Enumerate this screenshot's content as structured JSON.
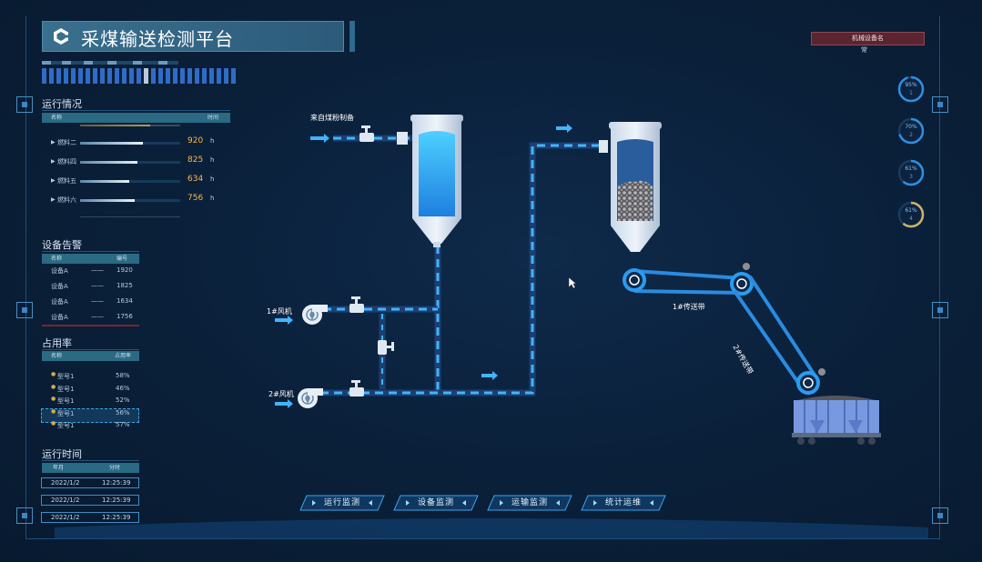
{
  "header": {
    "title": "采煤输送检测平台"
  },
  "device": {
    "label": "机械设备名",
    "status": "常"
  },
  "operation": {
    "title": "运行情况",
    "col_name": "名称",
    "col_unit": "时间",
    "rows": [
      {
        "name": "燃料二",
        "value": "920",
        "unit": "h",
        "fill": 0.9
      },
      {
        "name": "燃料四",
        "value": "825",
        "unit": "h",
        "fill": 0.82
      },
      {
        "name": "燃料五",
        "value": "634",
        "unit": "h",
        "fill": 0.7
      },
      {
        "name": "燃料六",
        "value": "756",
        "unit": "h",
        "fill": 0.78
      }
    ]
  },
  "alarm": {
    "title": "设备告警",
    "col_name": "名称",
    "col_code": "编号",
    "rows": [
      {
        "name": "设备A",
        "dash": "——",
        "code": "1920"
      },
      {
        "name": "设备A",
        "dash": "——",
        "code": "1825"
      },
      {
        "name": "设备A",
        "dash": "——",
        "code": "1634"
      },
      {
        "name": "设备A",
        "dash": "——",
        "code": "1756"
      }
    ]
  },
  "occupancy": {
    "title": "占用率",
    "col_name": "名称",
    "col_rate": "占用率",
    "rows": [
      {
        "name": "型号1",
        "rate": "58%"
      },
      {
        "name": "型号1",
        "rate": "46%"
      },
      {
        "name": "型号1",
        "rate": "52%"
      },
      {
        "name": "型号1",
        "rate": "56%"
      },
      {
        "name": "型号1",
        "rate": "57%"
      }
    ]
  },
  "runtime": {
    "title": "运行时间",
    "col_date": "年月",
    "col_time": "分时",
    "rows": [
      {
        "date": "2022/1/2",
        "time": "12:25:39"
      },
      {
        "date": "2022/1/2",
        "time": "12:25:39"
      },
      {
        "date": "2022/1/2",
        "time": "12:25:39"
      }
    ]
  },
  "gauges": [
    {
      "value": "95%",
      "sub": "1",
      "color": "#2e8fe0"
    },
    {
      "value": "70%",
      "sub": "2",
      "color": "#2e8fe0"
    },
    {
      "value": "61%",
      "sub": "3",
      "color": "#2e8fe0"
    },
    {
      "value": "61%",
      "sub": "4",
      "color": "#c9b46a"
    }
  ],
  "diagram": {
    "source_label": "来自煤粉制备",
    "fan1_label": "1#风机",
    "fan2_label": "2#风机",
    "belt1_label": "1#传送带",
    "belt2_label": "2#传送带"
  },
  "nav": [
    {
      "label": "运行监测"
    },
    {
      "label": "设备监测"
    },
    {
      "label": "运输监测"
    },
    {
      "label": "统计运维"
    }
  ],
  "colors": {
    "pipe_dark": "#1c3f72",
    "pipe_light": "#41b4ff",
    "accent": "#3ba4ec"
  }
}
